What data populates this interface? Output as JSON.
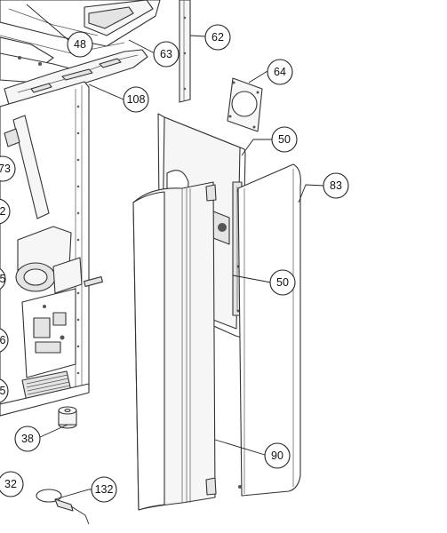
{
  "callouts": {
    "c48": "48",
    "c63": "63",
    "c62": "62",
    "c64": "64",
    "c108": "108",
    "c50a": "50",
    "c83": "83",
    "c50b": "50",
    "c90": "90",
    "c38": "38",
    "c132": "132",
    "c32": "32",
    "c73": "73",
    "cl2": "2",
    "cl5": "5",
    "cl6": "6",
    "cl5b": "5"
  }
}
